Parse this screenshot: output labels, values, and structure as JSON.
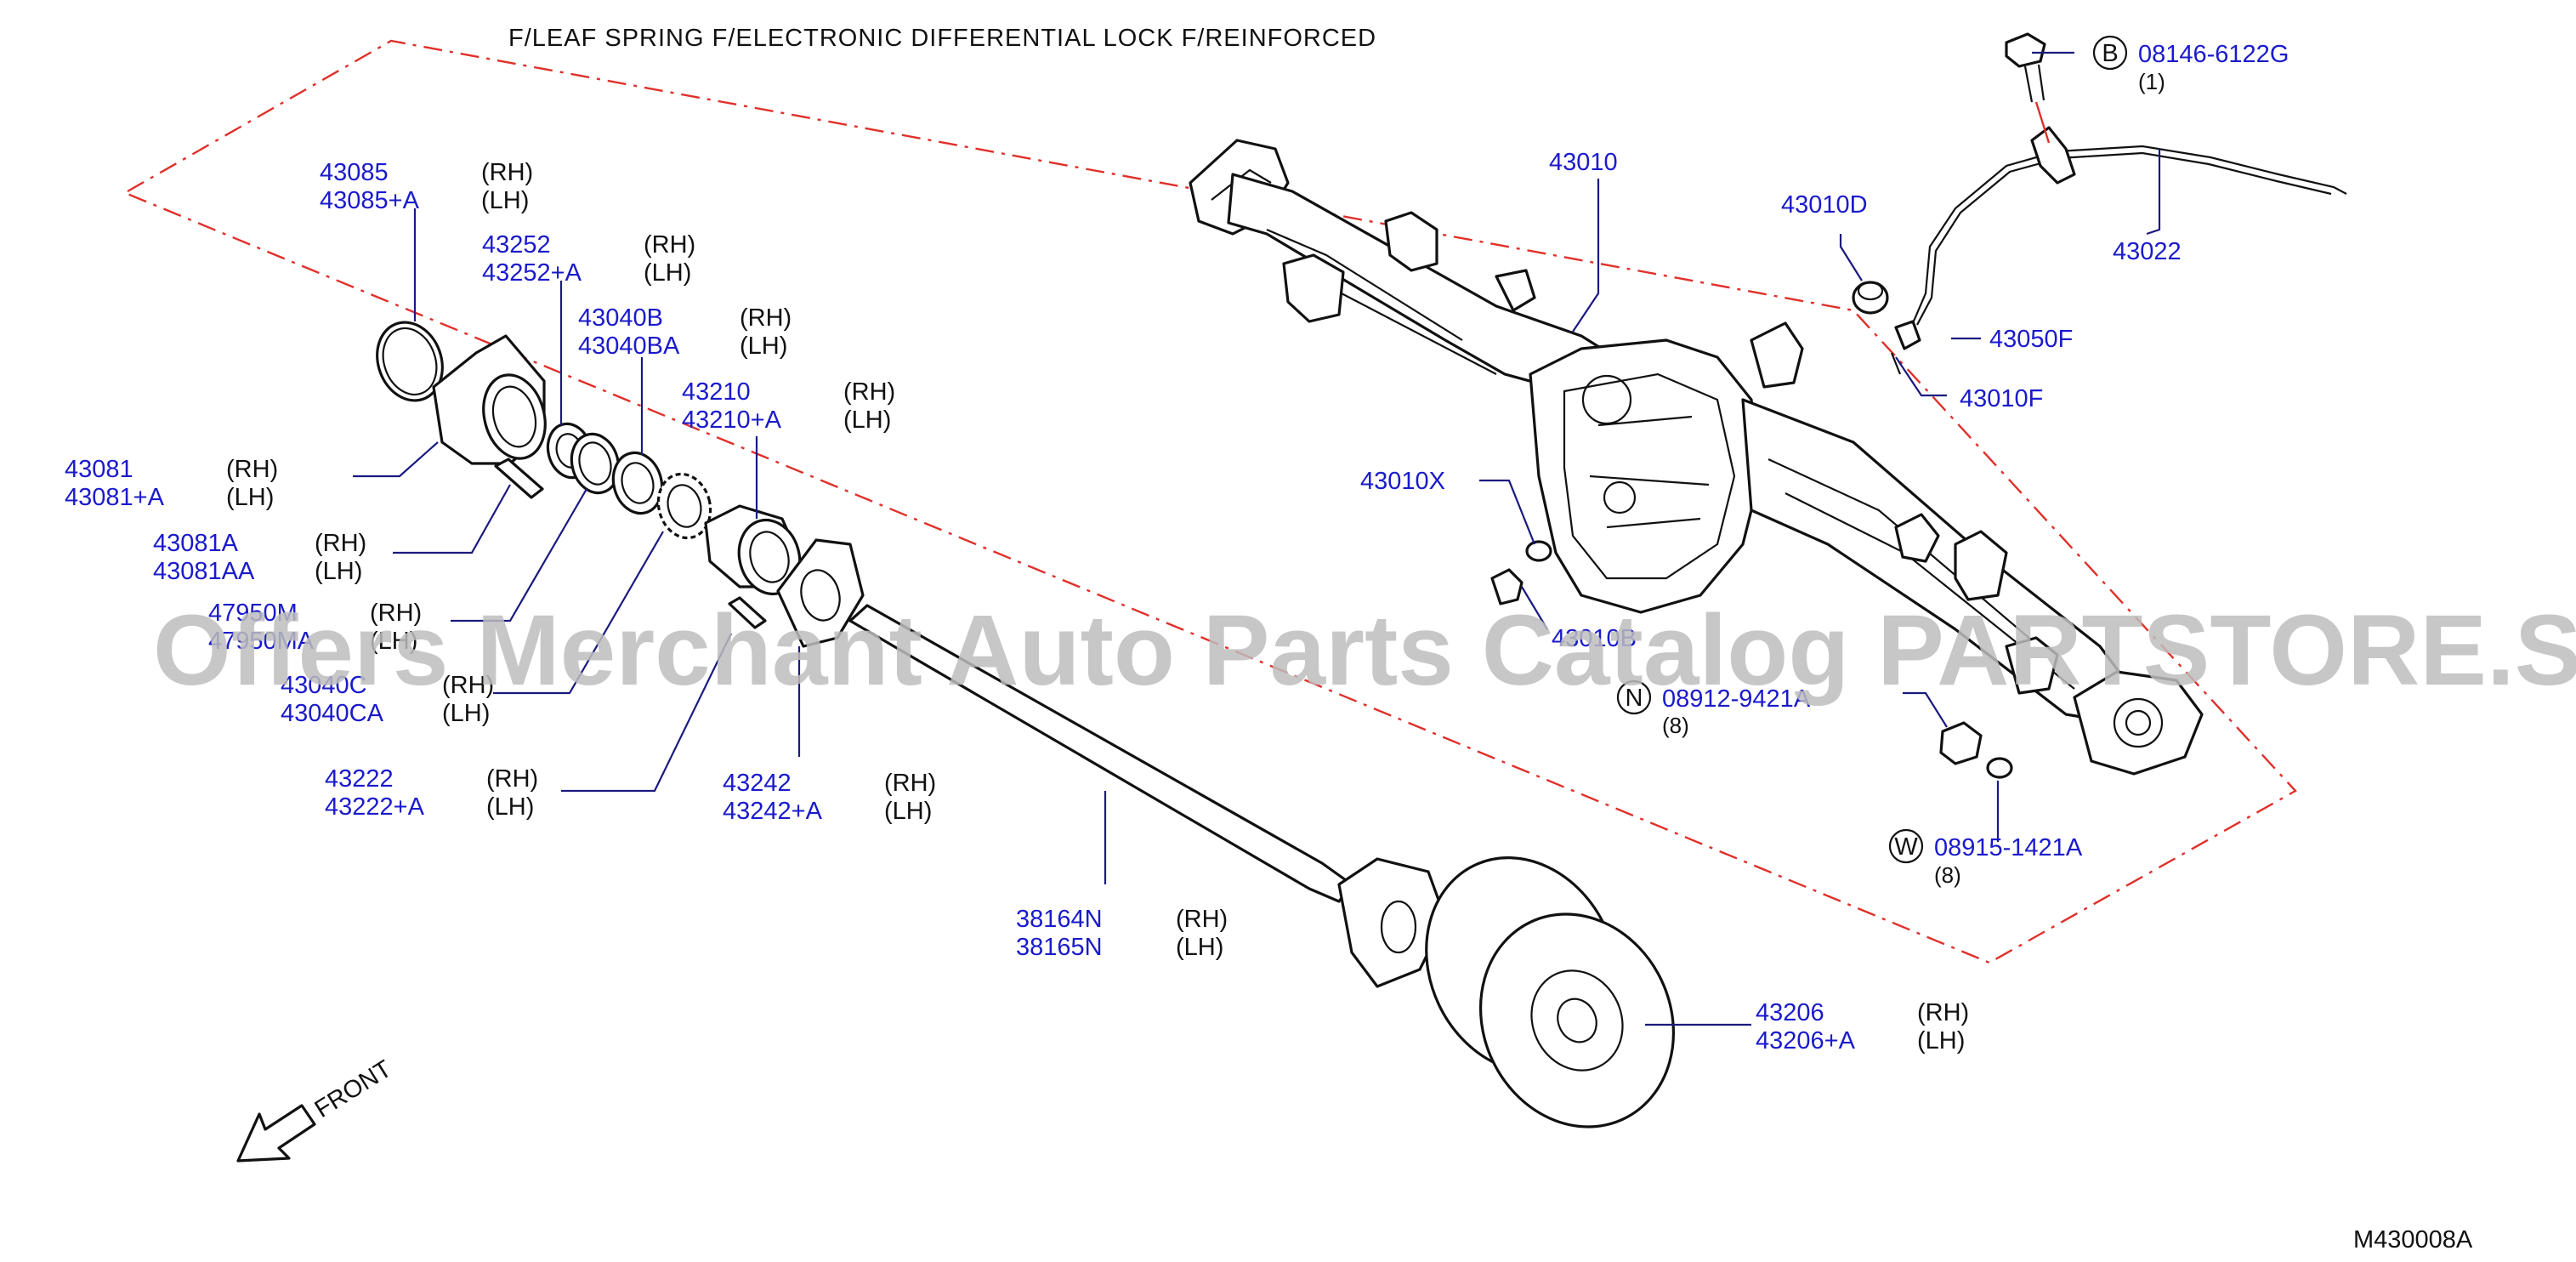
{
  "header": "F/LEAF SPRING F/ELECTRONIC DIFFERENTIAL LOCK F/REINFORCED",
  "diagram_code": "M430008A",
  "front_label": "FRONT",
  "watermark": "Offers Merchant Auto Parts Catalog PARTSTORE.SA",
  "callouts": {
    "c43085": {
      "pn1": "43085",
      "pn2": "43085+A",
      "s1": "(RH)",
      "s2": "(LH)"
    },
    "c43252": {
      "pn1": "43252",
      "pn2": "43252+A",
      "s1": "(RH)",
      "s2": "(LH)"
    },
    "c43040b": {
      "pn1": "43040B",
      "pn2": "43040BA",
      "s1": "(RH)",
      "s2": "(LH)"
    },
    "c43210": {
      "pn1": "43210",
      "pn2": "43210+A",
      "s1": "(RH)",
      "s2": "(LH)"
    },
    "c43081": {
      "pn1": "43081",
      "pn2": "43081+A",
      "s1": "(RH)",
      "s2": "(LH)"
    },
    "c43081a": {
      "pn1": "43081A",
      "pn2": "43081AA",
      "s1": "(RH)",
      "s2": "(LH)"
    },
    "c47950": {
      "pn1": "47950M",
      "pn2": "47950MA",
      "s1": "(RH)",
      "s2": "(LH)"
    },
    "c43040c": {
      "pn1": "43040C",
      "pn2": "43040CA",
      "s1": "(RH)",
      "s2": "(LH)"
    },
    "c43222": {
      "pn1": "43222",
      "pn2": "43222+A",
      "s1": "(RH)",
      "s2": "(LH)"
    },
    "c43242": {
      "pn1": "43242",
      "pn2": "43242+A",
      "s1": "(RH)",
      "s2": "(LH)"
    },
    "c38164": {
      "pn1": "38164N",
      "pn2": "38165N",
      "s1": "(RH)",
      "s2": "(LH)"
    },
    "c43206": {
      "pn1": "43206",
      "pn2": "43206+A",
      "s1": "(RH)",
      "s2": "(LH)"
    },
    "c43010": {
      "pn1": "43010"
    },
    "c43010d": {
      "pn1": "43010D"
    },
    "c43022": {
      "pn1": "43022"
    },
    "c43050f": {
      "pn1": "43050F"
    },
    "c43010f": {
      "pn1": "43010F"
    },
    "c43010x": {
      "pn1": "43010X"
    },
    "c43010b": {
      "pn1": "43010B"
    },
    "c08146": {
      "badge": "B",
      "pn1": "08146-6122G",
      "qty": "(1)"
    },
    "c08912": {
      "badge": "N",
      "pn1": "08912-9421A",
      "qty": "(8)"
    },
    "c08915": {
      "badge": "W",
      "pn1": "08915-1421A",
      "qty": "(8)"
    }
  }
}
